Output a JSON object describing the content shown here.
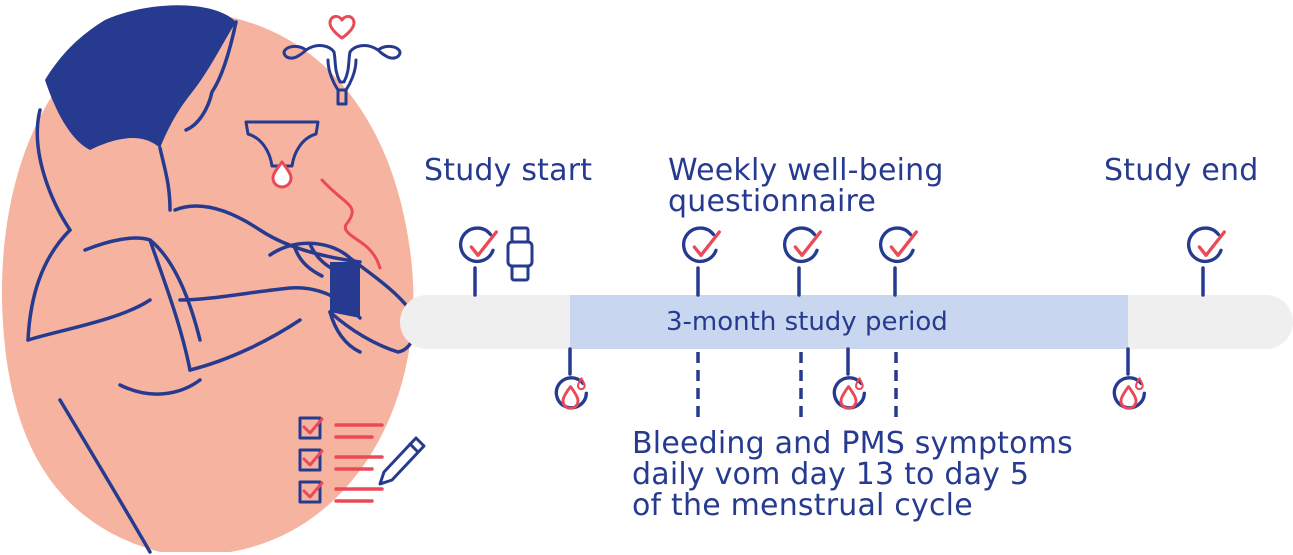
{
  "labels": {
    "study_start": "Study start",
    "weekly_line1": "Weekly well-being",
    "weekly_line2": "questionnaire",
    "study_end": "Study end",
    "study_period": "3-month study period",
    "bleeding_line1": "Bleeding and PMS symptoms",
    "bleeding_line2": "daily vom day 13 to day 5",
    "bleeding_line3": "of the menstrual cycle"
  },
  "icons": {
    "questionnaire": "check-circle-icon",
    "bleeding": "blood-drop-circle-icon",
    "device": "smartwatch-icon",
    "reproductive": "uterus-heart-icon",
    "underwear": "menstrual-underwear-icon",
    "checklist": "checklist-icon",
    "pencil": "pencil-icon"
  },
  "colors": {
    "navy": "#263b8f",
    "red": "#ea4a57",
    "skin": "#f6b3a0",
    "timeline_gray": "#efefef",
    "study_band": "#c8d6ef"
  }
}
